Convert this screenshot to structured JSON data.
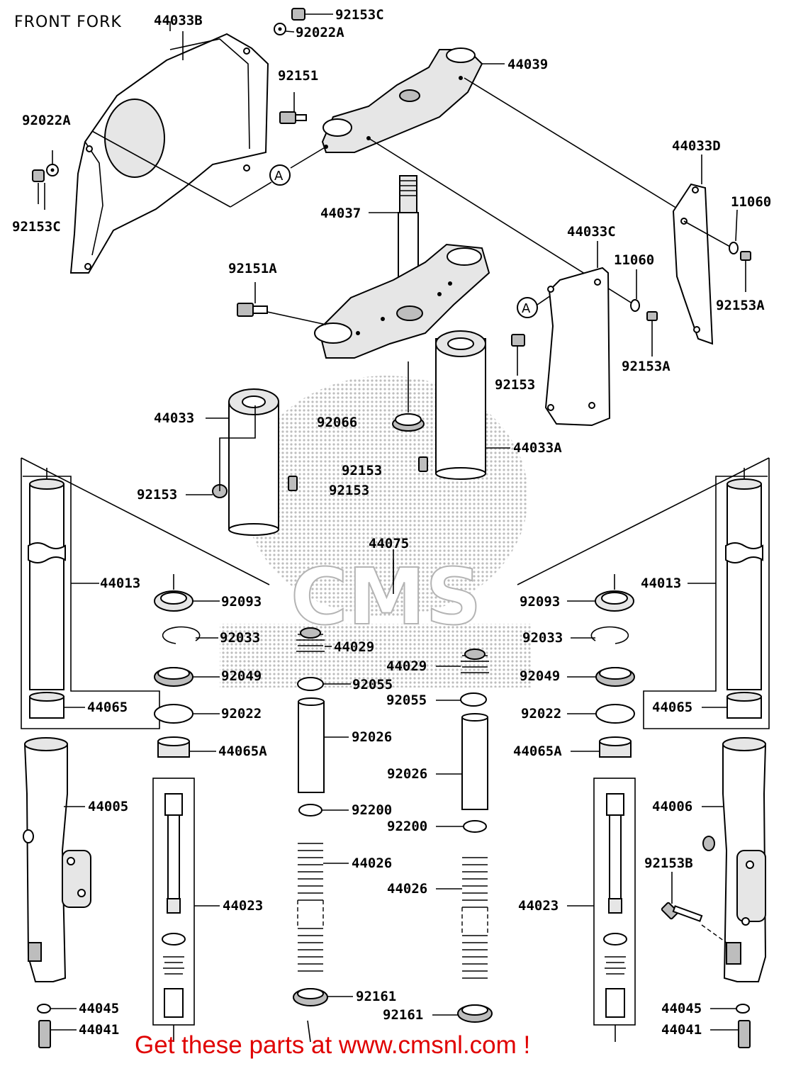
{
  "title": "FRONT FORK",
  "footer": "Get these parts at www.cmsnl.com !",
  "watermark": "CMS",
  "callout_letter": "A",
  "colors": {
    "footer_text": "#e00000",
    "line_art": "#000000",
    "background": "#ffffff"
  },
  "labels": {
    "l44033B": "44033B",
    "l92153C_top": "92153C",
    "l92022A_top": "92022A",
    "l44039": "44039",
    "l92151": "92151",
    "l92022A_left": "92022A",
    "l92153C_left": "92153C",
    "l44033D": "44033D",
    "l11060_r": "11060",
    "l44037": "44037",
    "l44033C": "44033C",
    "l11060_m": "11060",
    "l92151A": "92151A",
    "l92153A_r": "92153A",
    "l92153A_m": "92153A",
    "l92153_r": "92153",
    "l44033": "44033",
    "l92066": "92066",
    "l44033A": "44033A",
    "l92153_c1": "92153",
    "l92153_c2": "92153",
    "l92153_l": "92153",
    "l44075": "44075",
    "l44013_l": "44013",
    "l44013_r": "44013",
    "l92093_l": "92093",
    "l92093_r": "92093",
    "l92033_l": "92033",
    "l92033_r": "92033",
    "l44029_l": "44029",
    "l44029_r": "44029",
    "l92049_l": "92049",
    "l92049_r": "92049",
    "l92055_l": "92055",
    "l92055_r": "92055",
    "l44065_l": "44065",
    "l44065_r": "44065",
    "l92022_l": "92022",
    "l92022_r": "92022",
    "l92026_l": "92026",
    "l92026_r": "92026",
    "l44065A_l": "44065A",
    "l44065A_r": "44065A",
    "l44005": "44005",
    "l44006": "44006",
    "l92200_l": "92200",
    "l92200_r": "92200",
    "l92153B": "92153B",
    "l44026_l": "44026",
    "l44026_r": "44026",
    "l44023_l": "44023",
    "l44023_r": "44023",
    "l92161_l": "92161",
    "l92161_r": "92161",
    "l44045_l": "44045",
    "l44045_r": "44045",
    "l44041_l": "44041",
    "l44041_r": "44041"
  }
}
